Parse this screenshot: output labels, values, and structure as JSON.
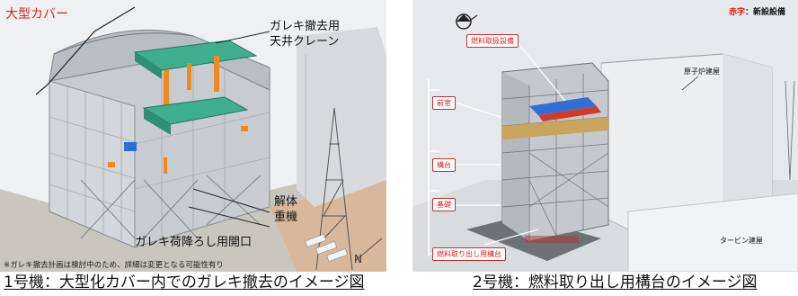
{
  "left": {
    "cover_label": "大型カバー",
    "crane_label_line1": "ガレキ撤去用",
    "crane_label_line2": "天井クレーン",
    "machine_label_line1": "解体",
    "machine_label_line2": "重機",
    "opening_label": "ガレキ荷降ろし用開口",
    "note": "※ガレキ撤去計画は検討中のため、詳細は変更となる可能性有り",
    "north_mark": "N",
    "caption": "1号機：大型化カバー内でのガレキ撤去のイメージ図"
  },
  "right": {
    "legend_red": "赤字",
    "legend_rest": "：新設設備",
    "fuel_equipment": "燃料取扱設備",
    "reactor_building": "原子炉建屋",
    "front_room": "前室",
    "platform": "構台",
    "foundation": "基礎",
    "turbine_building": "タービン建屋",
    "fuel_platform": "燃料取り出し用構台",
    "caption": "2号機：燃料取り出し用構台のイメージ図"
  },
  "colors": {
    "accent_red": "#e02020",
    "crane_green": "#3fae8c",
    "orange_support": "#f08a1c"
  }
}
